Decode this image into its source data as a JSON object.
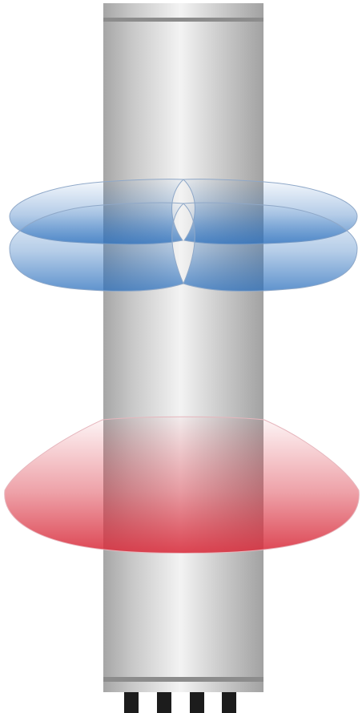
{
  "diagram": {
    "subject": "antenna-radiation-patterns",
    "components": [
      {
        "id": "antenna-mast",
        "kind": "cylinder",
        "connector_count": 4
      },
      {
        "id": "upper-pattern",
        "kind": "dual-lobe-beam",
        "lobes": 2,
        "color": "#2a6fbd"
      },
      {
        "id": "lower-pattern",
        "kind": "single-lobe-beam",
        "lobes": 1,
        "color": "#d9303f"
      }
    ]
  },
  "colors": {
    "mast_edge": "#9a9a9a",
    "mast_highlight": "#f4f4f4",
    "mast_band": "#8c8c8c",
    "connector": "#1c1c1c",
    "blue_fill": "#2a6fbd",
    "blue_outline": "#8fa8c8",
    "red_fill": "#d9303f",
    "red_outline": "#e6b6bd"
  }
}
